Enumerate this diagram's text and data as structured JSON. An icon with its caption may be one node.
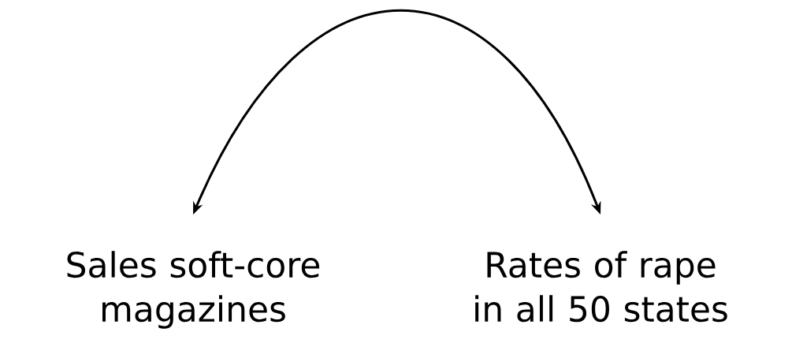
{
  "diagram": {
    "nodes": [
      {
        "text": [
          "Sales soft-core magazines"
        ]
      },
      {
        "text": [
          "Rates of rape in all 50 states"
        ]
      }
    ],
    "edges": [
      {
        "from": 0,
        "to": 1,
        "arrow": "both"
      }
    ]
  }
}
